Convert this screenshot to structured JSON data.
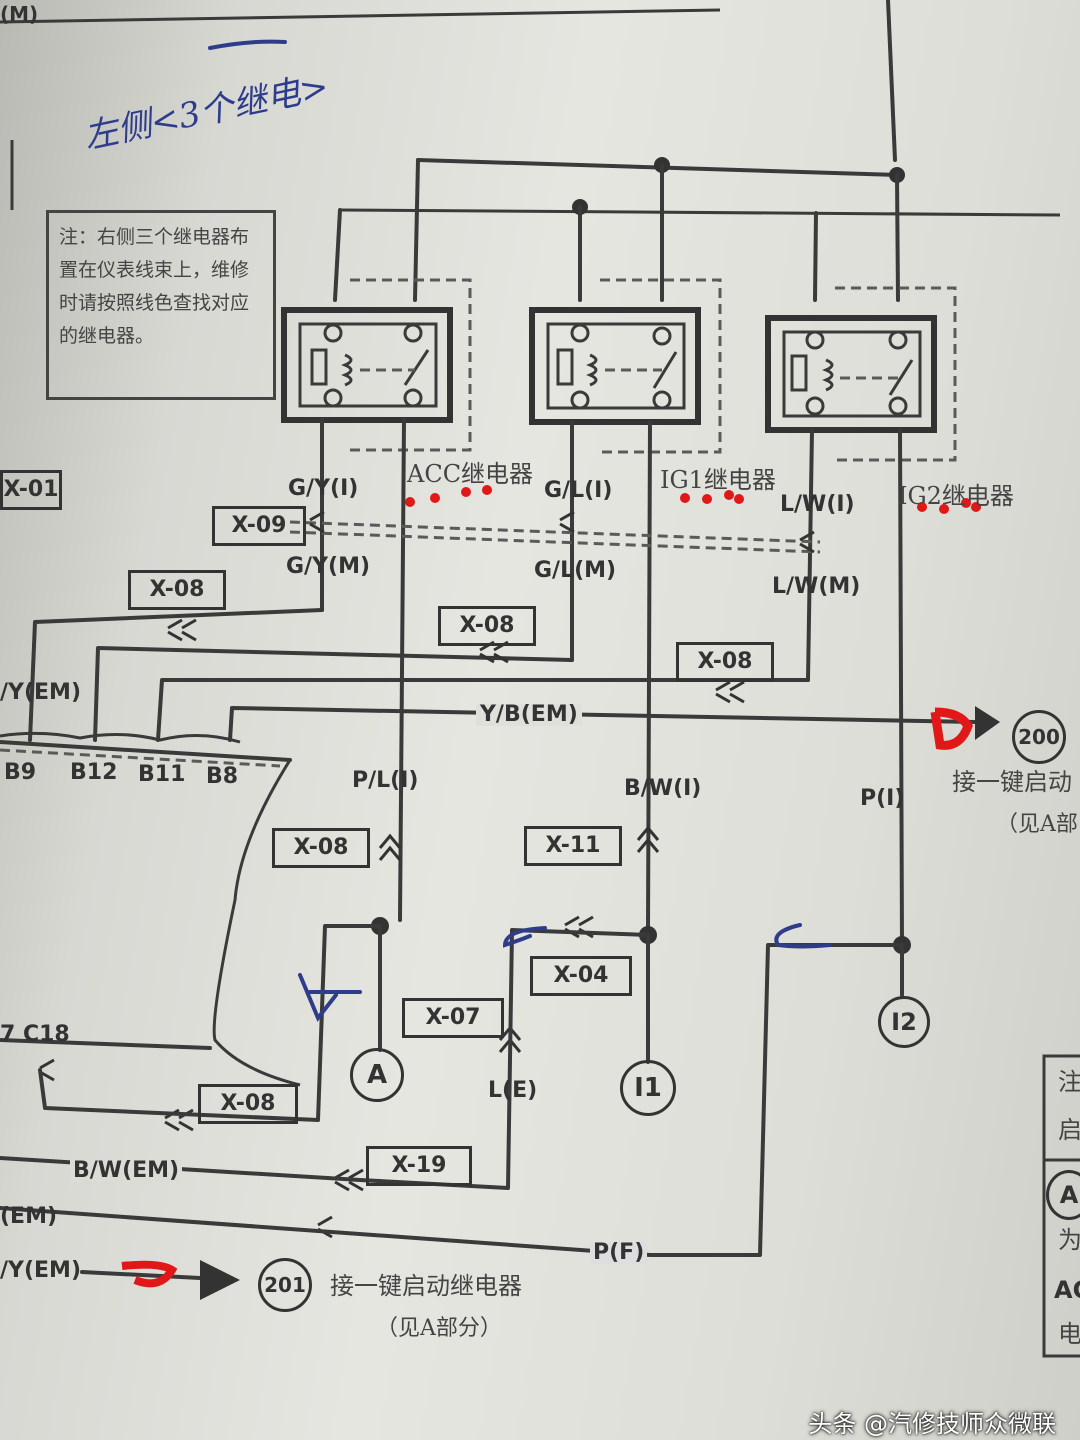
{
  "handwritten_title": "左侧<3个继电>",
  "note_text": "注：右侧三个继电器布置在仪表线束上，维修时请按照线色查找对应的继电器。",
  "relays": [
    {
      "name": "ACC继电器",
      "upper_wire": "G/Y(I)",
      "lower_wire": "G/Y(M)"
    },
    {
      "name": "IG1继电器",
      "upper_wire": "G/L(I)",
      "lower_wire": "G/L(M)"
    },
    {
      "name": "IG2继电器",
      "upper_wire": "L/W(I)",
      "lower_wire": "L/W(M)"
    }
  ],
  "connectors": {
    "x01": "X-01",
    "x09": "X-09",
    "x08_a": "X-08",
    "x08_b": "X-08",
    "x08_c": "X-08",
    "x08_d": "X-08",
    "x08_e": "X-08",
    "x11": "X-11",
    "x04": "X-04",
    "x07": "X-07",
    "x19": "X-19"
  },
  "wires": {
    "ye_m": "Y/B(EM)",
    "yem_left": "/Y(EM)",
    "pl": "P/L(I)",
    "bw": "B/W(I)",
    "p": "P(I)",
    "le": "L(E)",
    "bwem": "B/W(EM)",
    "em": "(EM)",
    "pf": "P(F)",
    "yem_bottom": "/Y(EM)"
  },
  "pins": {
    "b9": "B9",
    "b12": "B12",
    "b11": "B11",
    "b8": "B8",
    "c17": "7 C18",
    "m_top": "(M)"
  },
  "terminals": {
    "a": "A",
    "i1": "I1",
    "i2": "I2",
    "n200": "200",
    "n201": "201"
  },
  "ref_200": {
    "line1": "接一键启动",
    "line2": "（见A部"
  },
  "ref_201": {
    "line1": "接一键启动继电器",
    "line2": "（见A部分）"
  },
  "right_edge_chars": [
    "注",
    "启",
    "A",
    "为",
    "AC",
    "电"
  ],
  "watermark": "头条 @汽修技师众微联",
  "colors": {
    "ink": "#333333",
    "pen_blue": "#2e3c8c",
    "marker_red": "#e01818"
  }
}
